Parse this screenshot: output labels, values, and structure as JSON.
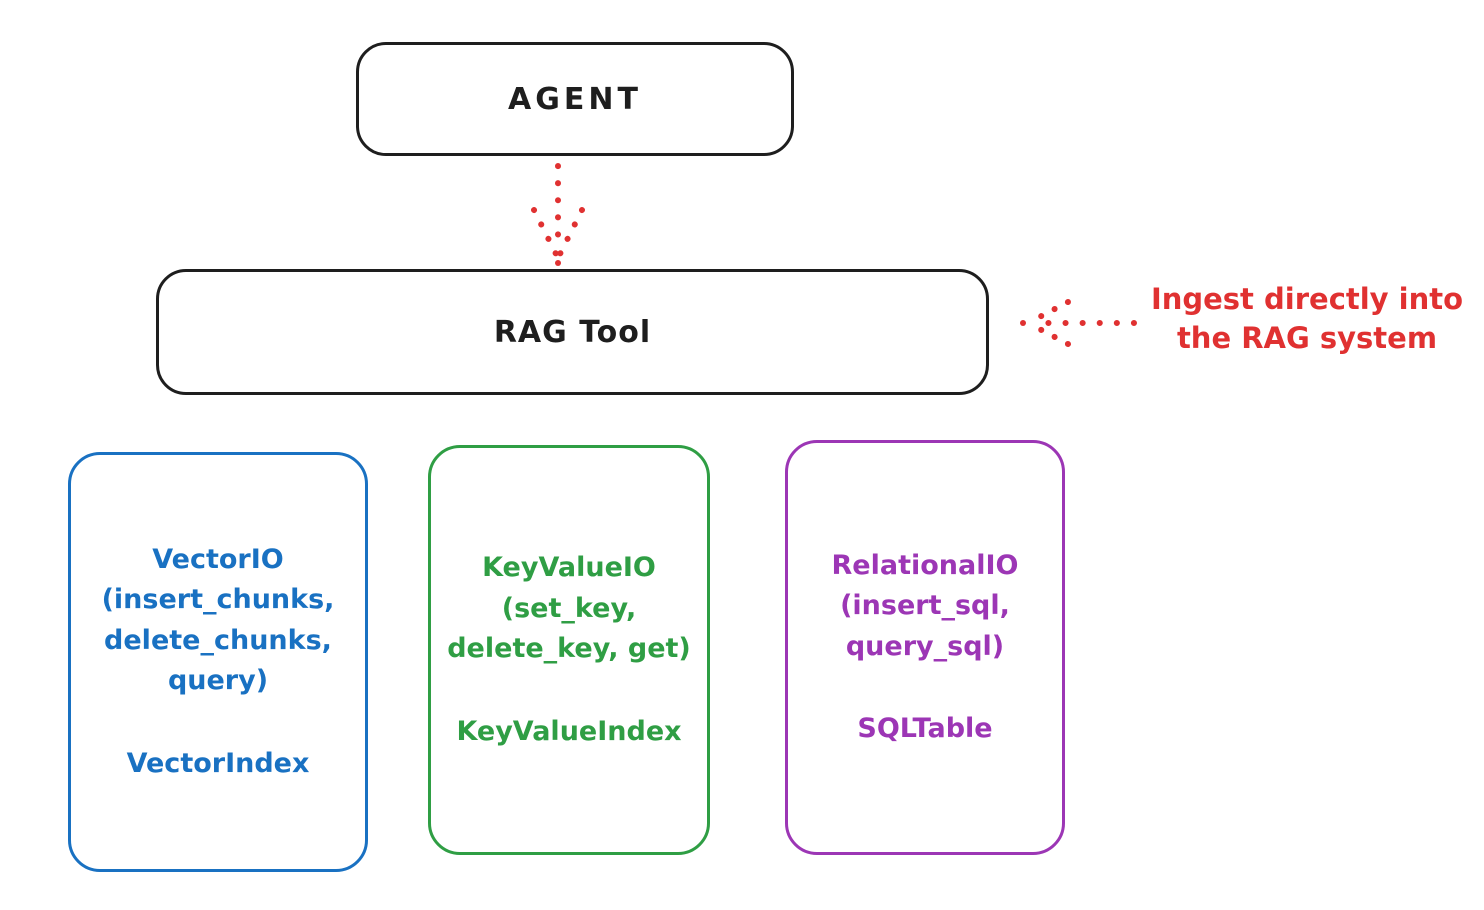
{
  "nodes": {
    "agent": {
      "label": "AGENT"
    },
    "rag_tool": {
      "label": "RAG Tool"
    }
  },
  "annotation": {
    "lines": [
      "Ingest directly into",
      "the RAG system"
    ],
    "color": "#e03131"
  },
  "arrows": {
    "agent_to_rag_tool": {
      "style": "dotted",
      "color": "#e03131",
      "direction": "down"
    },
    "annotation_to_rag_tool": {
      "style": "dotted",
      "color": "#e03131",
      "direction": "left"
    }
  },
  "io_boxes": [
    {
      "name": "vector-io",
      "color": "#1971c2",
      "lines": [
        "VectorIO",
        "(insert_chunks,",
        "delete_chunks,",
        "query)"
      ],
      "index_label": "VectorIndex"
    },
    {
      "name": "keyvalue-io",
      "color": "#2f9e44",
      "lines": [
        "KeyValueIO",
        "(set_key,",
        "delete_key, get)"
      ],
      "index_label": "KeyValueIndex"
    },
    {
      "name": "relational-io",
      "color": "#9c36b5",
      "lines": [
        "RelationalIO",
        "(insert_sql,",
        "query_sql)"
      ],
      "index_label": "SQLTable"
    }
  ],
  "colors": {
    "stroke": "#1e1e1e",
    "red": "#e03131",
    "blue": "#1971c2",
    "green": "#2f9e44",
    "purple": "#9c36b5",
    "background": "#ffffff"
  }
}
